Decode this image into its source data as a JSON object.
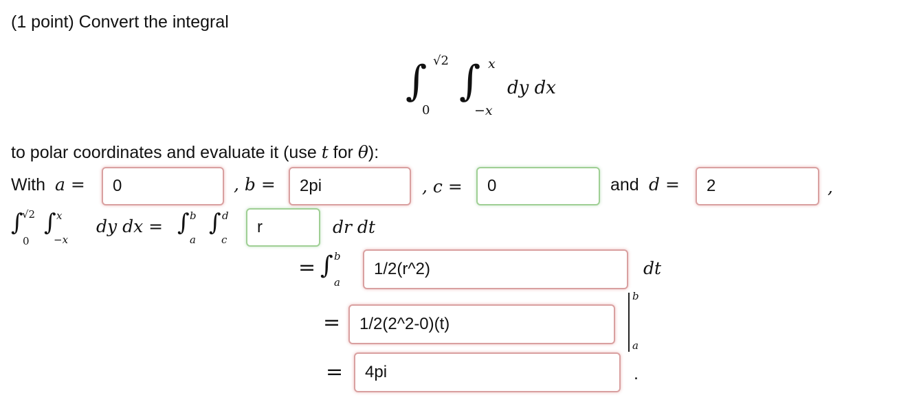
{
  "header": "(1 point) Convert the integral",
  "display_integral": {
    "outer_upper": "√2",
    "outer_lower": "0",
    "inner_upper": "x",
    "inner_lower": "−x",
    "differentials": "dy dx"
  },
  "instruction": {
    "before_var": "to polar coordinates and evaluate it (use ",
    "var_t": "t",
    "middle": " for ",
    "var_theta": "θ",
    "after": "):"
  },
  "limits_row": {
    "with_label": "With",
    "a_label": "a =",
    "a_value": "0",
    "b_label": ", b =",
    "b_value": "2pi",
    "c_label": ", c =",
    "c_value": "0",
    "d_prefix": "and",
    "d_label": "d =",
    "d_value": "2",
    "trailing_comma": ","
  },
  "polar_row": {
    "lhs": "dy dx =",
    "lhs_int1_upper": "√2",
    "lhs_int1_lower": "0",
    "lhs_int2_upper": "x",
    "lhs_int2_lower": "−x",
    "rhs_int1_upper": "b",
    "rhs_int1_lower": "a",
    "rhs_int2_upper": "d",
    "rhs_int2_lower": "c",
    "integrand_value": "r",
    "differentials": "dr dt"
  },
  "step1": {
    "equals": "=",
    "int_upper": "b",
    "int_lower": "a",
    "value": "1/2(r^2)",
    "differential": "dt"
  },
  "step2": {
    "equals": "=",
    "value": "1/2(2^2-0)(t)",
    "eval_upper": "b",
    "eval_lower": "a"
  },
  "step3": {
    "equals": "=",
    "value": "4pi",
    "period": "."
  },
  "colors": {
    "incorrect_border": "#d9a0a0",
    "correct_border": "#9fcf94"
  }
}
